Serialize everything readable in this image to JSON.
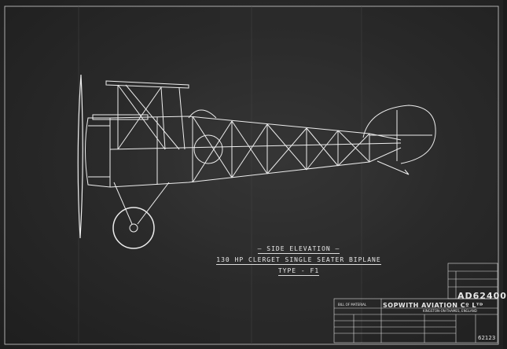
{
  "drawing": {
    "caption_line1": "— SIDE ELEVATION —",
    "caption_line2": "130 HP CLERGET SINGLE SEATER BIPLANE",
    "caption_line3": "TYPE - F1"
  },
  "title_block": {
    "company": "SOPWITH AVIATION Cº Lᵀᴰ",
    "address": "KINGSTON-ON-THAMES, ENGLAND",
    "bill_of_material": "BILL OF MATERIAL",
    "reproduction_number": "AD62400",
    "sheet_number": "62123"
  }
}
